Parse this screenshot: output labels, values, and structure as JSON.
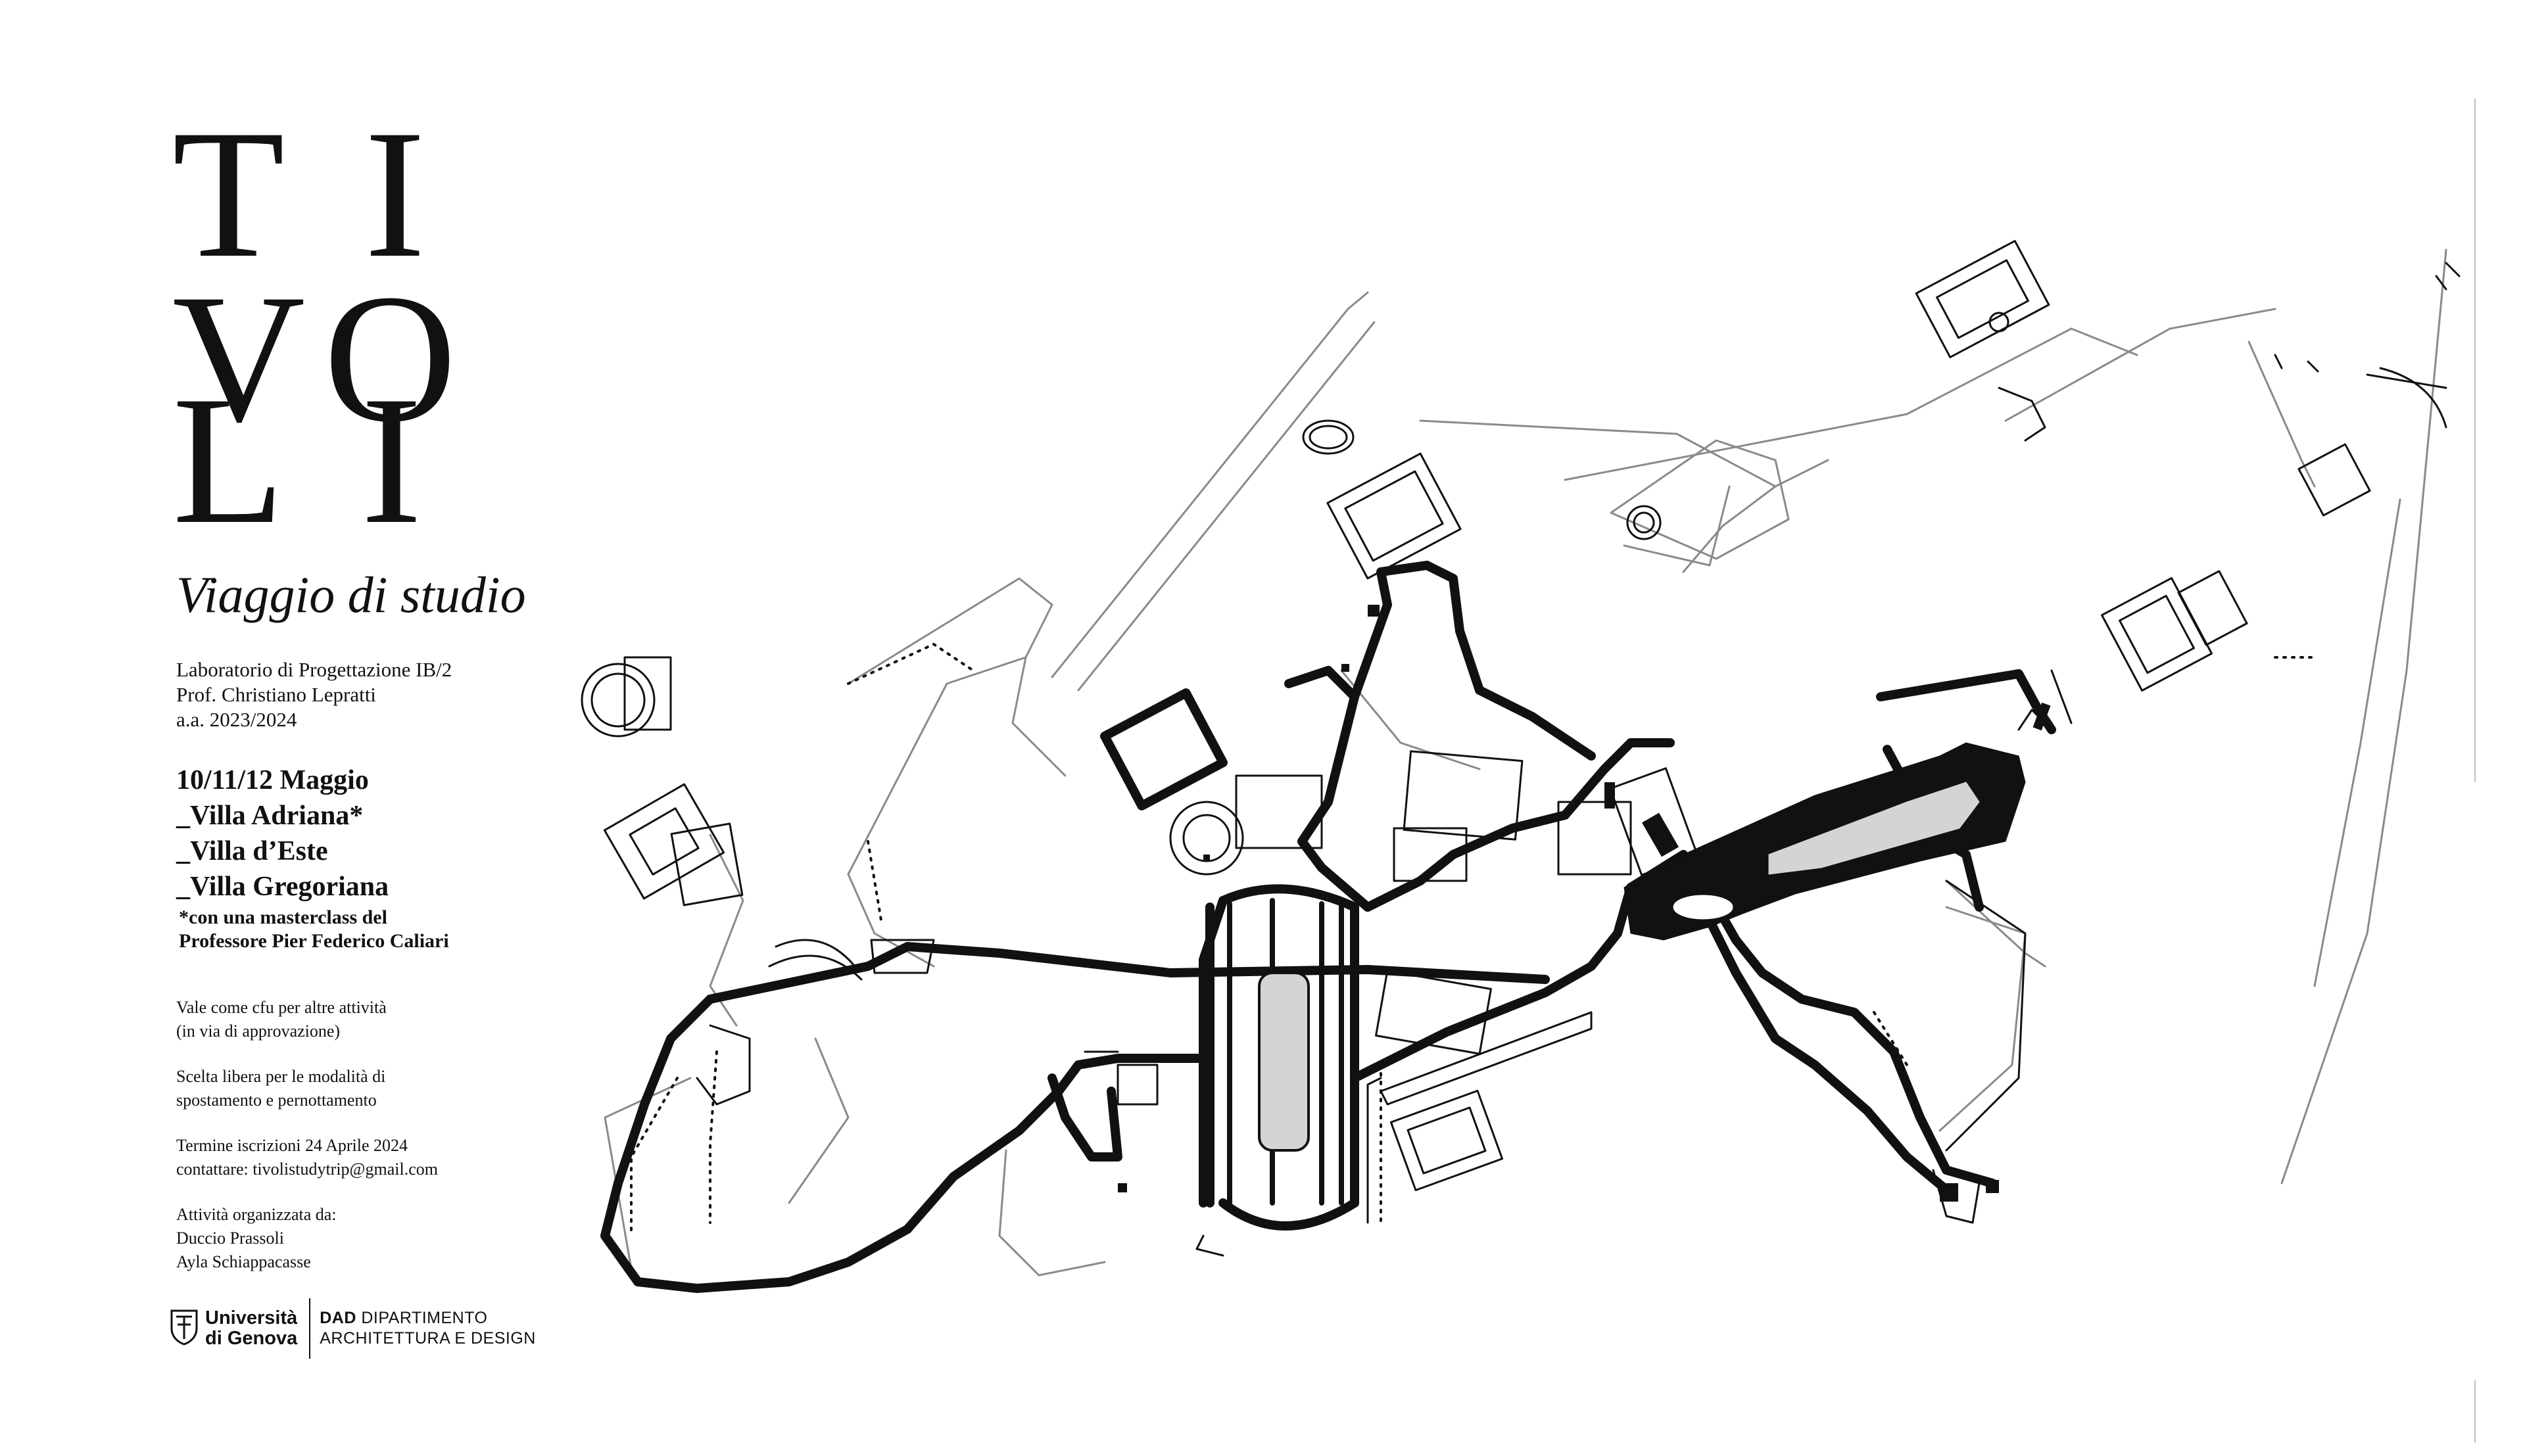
{
  "title": {
    "line1": "T I",
    "line2": "VO",
    "line3": "L I"
  },
  "subtitle": "Viaggio di studio",
  "course": {
    "line1": "Laboratorio di Progettazione IB/2",
    "line2": "Prof. Christiano Lepratti",
    "line3": "a.a. 2023/2024"
  },
  "trip": {
    "dates": "10/11/12 Maggio",
    "places": [
      "_Villa Adriana*",
      "_Villa d’Este",
      "_Villa Gregoriana"
    ],
    "masterclass_line1": "*con una masterclass del",
    "masterclass_line2": "Professore Pier Federico Caliari"
  },
  "info": {
    "cfu_line1": "Vale come cfu per altre attività",
    "cfu_line2": "(in via di approvazione)",
    "choice_line1": "Scelta libera per le modalità di",
    "choice_line2": "spostamento e pernottamento",
    "deadline": "Termine iscrizioni 24 Aprile 2024",
    "contact": "contattare: tivolistudytrip@gmail.com",
    "organized_label": "Attività organizzata da:",
    "organizers": [
      "Duccio Prassoli",
      "Ayla Schiappacasse"
    ]
  },
  "logos": {
    "unige_line1": "Università",
    "unige_line2": "di Genova",
    "dad_abbr": "DAD",
    "dad_line1": "DIPARTIMENTO",
    "dad_line2": "ARCHITETTURA E DESIGN",
    "unige_icon": "shield-crest-icon"
  },
  "colors": {
    "ink": "#111111",
    "pool_fill": "#d4d4d4",
    "light_line": "#9a9a9a",
    "background": "#ffffff"
  }
}
